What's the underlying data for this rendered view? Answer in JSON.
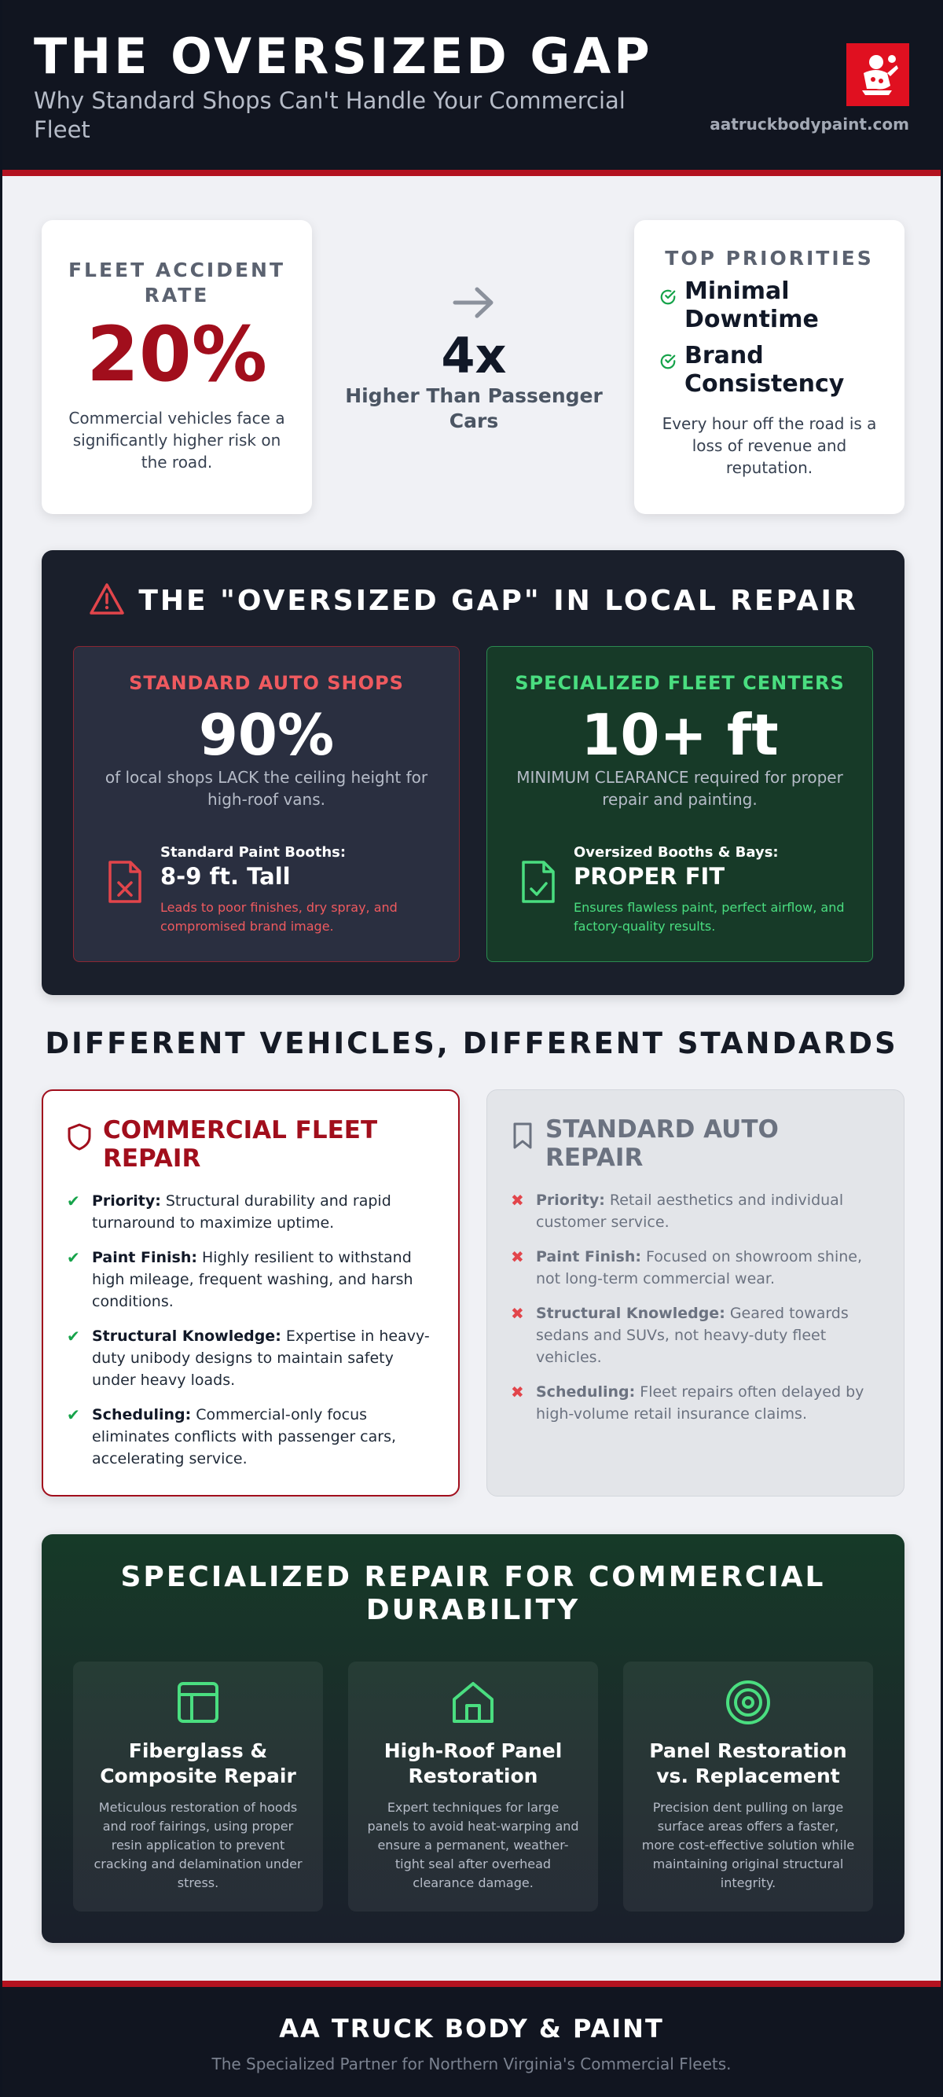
{
  "header": {
    "title": "THE OVERSIZED GAP",
    "subtitle": "Why Standard Shops Can't Handle Your Commercial Fleet",
    "website": "aatruckbodypaint.com",
    "logo_icon": "painter-logo-icon",
    "accent_color": "#b3121f"
  },
  "stats": {
    "accident": {
      "label": "FLEET ACCIDENT RATE",
      "value": "20%",
      "description": "Commercial vehicles face a significantly higher risk on the road."
    },
    "comparison": {
      "icon": "arrow-right-icon",
      "value": "4x",
      "description": "Higher Than Passenger Cars"
    },
    "priorities": {
      "label": "TOP PRIORITIES",
      "items": [
        "Minimal Downtime",
        "Brand Consistency"
      ],
      "description": "Every hour off the road is a loss of revenue and reputation."
    }
  },
  "gap": {
    "title": "THE \"OVERSIZED GAP\" IN LOCAL REPAIR",
    "standard": {
      "heading": "STANDARD AUTO SHOPS",
      "value": "90%",
      "description": "of local shops LACK the ceiling height for high-roof vans.",
      "feature_label": "Standard Paint Booths:",
      "feature_value": "8-9 ft. Tall",
      "feature_note": "Leads to poor finishes, dry spray, and compromised brand image.",
      "color": "#ef5a5f"
    },
    "specialized": {
      "heading": "SPECIALIZED FLEET CENTERS",
      "value": "10+ ft",
      "description": "MINIMUM CLEARANCE required for proper repair and painting.",
      "feature_label": "Oversized Booths & Bays:",
      "feature_value": "PROPER FIT",
      "feature_note": "Ensures flawless paint, perfect airflow, and factory-quality results.",
      "color": "#4ade80"
    }
  },
  "vehicles": {
    "title": "DIFFERENT VEHICLES, DIFFERENT STANDARDS",
    "commercial": {
      "heading": "COMMERCIAL FLEET REPAIR",
      "items": [
        {
          "label": "Priority:",
          "text": " Structural durability and rapid turnaround to maximize uptime."
        },
        {
          "label": "Paint Finish:",
          "text": " Highly resilient to withstand high mileage, frequent washing, and harsh conditions."
        },
        {
          "label": "Structural Knowledge:",
          "text": " Expertise in heavy-duty unibody designs to maintain safety under heavy loads."
        },
        {
          "label": "Scheduling:",
          "text": " Commercial-only focus eliminates conflicts with passenger cars, accelerating service."
        }
      ]
    },
    "standard": {
      "heading": "STANDARD AUTO REPAIR",
      "items": [
        {
          "label": "Priority:",
          "text": " Retail aesthetics and individual customer service."
        },
        {
          "label": "Paint Finish:",
          "text": " Focused on showroom shine, not long-term commercial wear."
        },
        {
          "label": "Structural Knowledge:",
          "text": " Geared towards sedans and SUVs, not heavy-duty fleet vehicles."
        },
        {
          "label": "Scheduling:",
          "text": " Fleet repairs often delayed by high-volume retail insurance claims."
        }
      ]
    }
  },
  "specialized": {
    "title": "SPECIALIZED REPAIR FOR COMMERCIAL DURABILITY",
    "cards": [
      {
        "icon": "layout-panel-icon",
        "title": "Fiberglass & Composite Repair",
        "description": "Meticulous restoration of hoods and roof fairings, using proper resin application to prevent cracking and delamination under stress."
      },
      {
        "icon": "house-icon",
        "title": "High-Roof Panel Restoration",
        "description": "Expert techniques for large panels to avoid heat-warping and ensure a permanent, weather-tight seal after overhead clearance damage."
      },
      {
        "icon": "target-icon",
        "title": "Panel Restoration vs. Replacement",
        "description": "Precision dent pulling on large surface areas offers a faster, more cost-effective solution while maintaining original structural integrity."
      }
    ]
  },
  "footer": {
    "title": "AA TRUCK BODY & PAINT",
    "subtitle": "The Specialized Partner for Northern Virginia's Commercial Fleets."
  }
}
